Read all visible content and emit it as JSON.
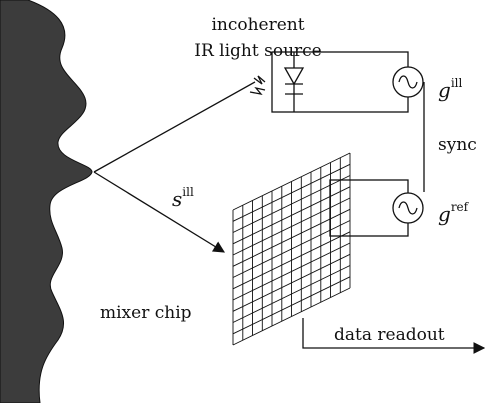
{
  "labels": {
    "source_line1": "incoherent",
    "source_line2": "IR light source",
    "sync": "sync",
    "signal": "s",
    "signal_sup": "ill",
    "g_ill": "g",
    "g_ill_sup": "ill",
    "g_ref": "g",
    "g_ref_sup": "ref",
    "mixer_chip": "mixer chip",
    "data_readout": "data readout"
  },
  "colors": {
    "surface": "#3c3c3c",
    "line": "#111111"
  },
  "icons": [
    "led-diode-icon",
    "ac-source-icon"
  ]
}
